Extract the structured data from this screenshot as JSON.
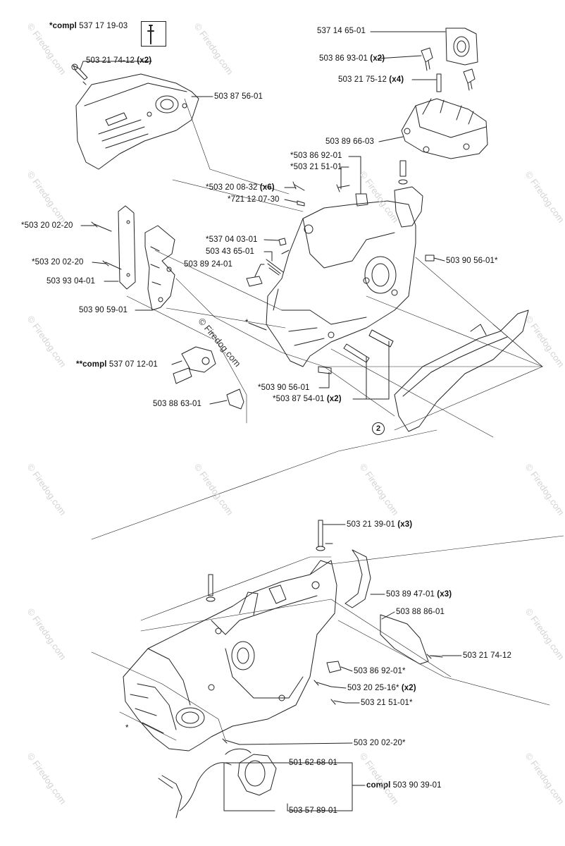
{
  "labels": {
    "compl_537_17_19_03": {
      "prefix": "*compl",
      "num": "537 17 19-03"
    },
    "p503_21_74_12_x2": {
      "num": "503 21 74-12",
      "suffix": "(x2)"
    },
    "p503_87_56_01": {
      "num": "503 87 56-01"
    },
    "p537_14_65_01": {
      "num": "537 14 65-01"
    },
    "p503_86_93_01_x2": {
      "num": "503 86 93-01",
      "suffix": "(x2)"
    },
    "p503_21_75_12_x4": {
      "num": "503 21 75-12",
      "suffix": "(x4)"
    },
    "p503_89_66_03": {
      "num": "503 89 66-03"
    },
    "p503_86_92_01_star": {
      "num": "*503 86 92-01"
    },
    "p503_21_51_01_star": {
      "num": "*503 21 51-01"
    },
    "p503_20_08_32_x6": {
      "num": "*503 20 08-32",
      "suffix": "(x6)"
    },
    "p721_12_07_30": {
      "num": "*721 12 07-30"
    },
    "p503_20_02_20_a": {
      "num": "*503 20 02-20"
    },
    "p537_04_03_01": {
      "num": "*537 04 03-01"
    },
    "p503_43_65_01": {
      "num": "503 43 65-01"
    },
    "p503_20_02_20_b": {
      "num": "*503 20 02-20"
    },
    "p503_89_24_01": {
      "num": "503 89 24-01"
    },
    "p503_90_56_01_right": {
      "num": "503 90 56-01*"
    },
    "p503_93_04_01": {
      "num": "503 93 04-01"
    },
    "p503_90_59_01": {
      "num": "503 90 59-01"
    },
    "compl_537_07_12_01": {
      "prefix": "**compl",
      "num": "537 07 12-01"
    },
    "p503_90_56_01_mid": {
      "num": "*503 90 56-01"
    },
    "p503_87_54_01_x2": {
      "num": "*503 87 54-01",
      "suffix": "(x2)"
    },
    "p503_88_63_01": {
      "num": "503 88 63-01"
    },
    "p503_21_39_01_x3": {
      "num": "503 21 39-01",
      "suffix": "(x3)"
    },
    "p503_89_47_01_x3": {
      "num": "503 89 47-01",
      "suffix": "(x3)"
    },
    "p503_88_86_01": {
      "num": "503 88 86-01"
    },
    "p503_21_74_12": {
      "num": "503 21 74-12"
    },
    "p503_86_92_01_low": {
      "num": "503 86 92-01*"
    },
    "p503_20_25_16_x2": {
      "num": "503 20 25-16*",
      "suffix": "(x2)"
    },
    "p503_21_51_01_low": {
      "num": "503 21 51-01*"
    },
    "p503_20_02_20_low": {
      "num": "503 20 02-20*"
    },
    "p501_62_68_01": {
      "num": "501 62 68-01"
    },
    "compl_503_90_39_01": {
      "prefix": "compl",
      "num": "503 90 39-01"
    },
    "p503_57_89_01": {
      "num": "503 57 89-01"
    }
  },
  "ref_circle": "2",
  "asterisk_a": "*",
  "asterisk_b": "*",
  "watermark": "© Firedog.com",
  "watermark_main": "© Firedog.com",
  "colors": {
    "line": "#222222",
    "watermark": "#c9c9c9",
    "background": "#ffffff"
  }
}
